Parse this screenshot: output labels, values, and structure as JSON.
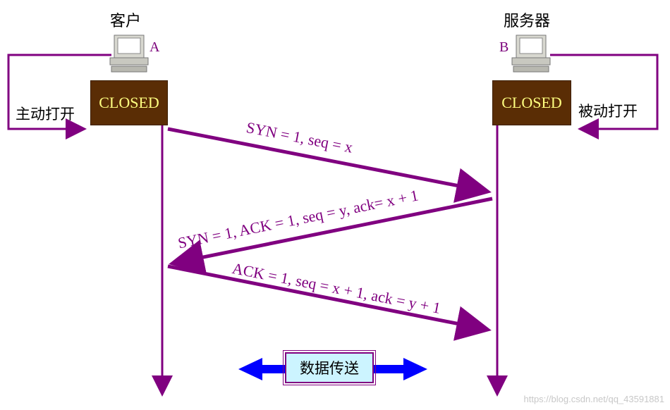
{
  "client": {
    "title": "客户",
    "letter": "A",
    "state": "CLOSED",
    "open_label": "主动打开"
  },
  "server": {
    "title": "服务器",
    "letter": "B",
    "state": "CLOSED",
    "open_label": "被动打开"
  },
  "messages": [
    "SYN = 1, seq = x",
    "SYN = 1, ACK = 1, seq = y, ack= x + 1",
    "ACK = 1, seq = x + 1, ack = y + 1"
  ],
  "data_transfer": "数据传送",
  "watermark": "https://blog.csdn.net/qq_43591881",
  "colors": {
    "line": "#800080",
    "state_bg": "#5a2d05",
    "state_text": "#ffff80",
    "data_arrow": "#0000ff",
    "data_box": "#ccf4ff"
  }
}
